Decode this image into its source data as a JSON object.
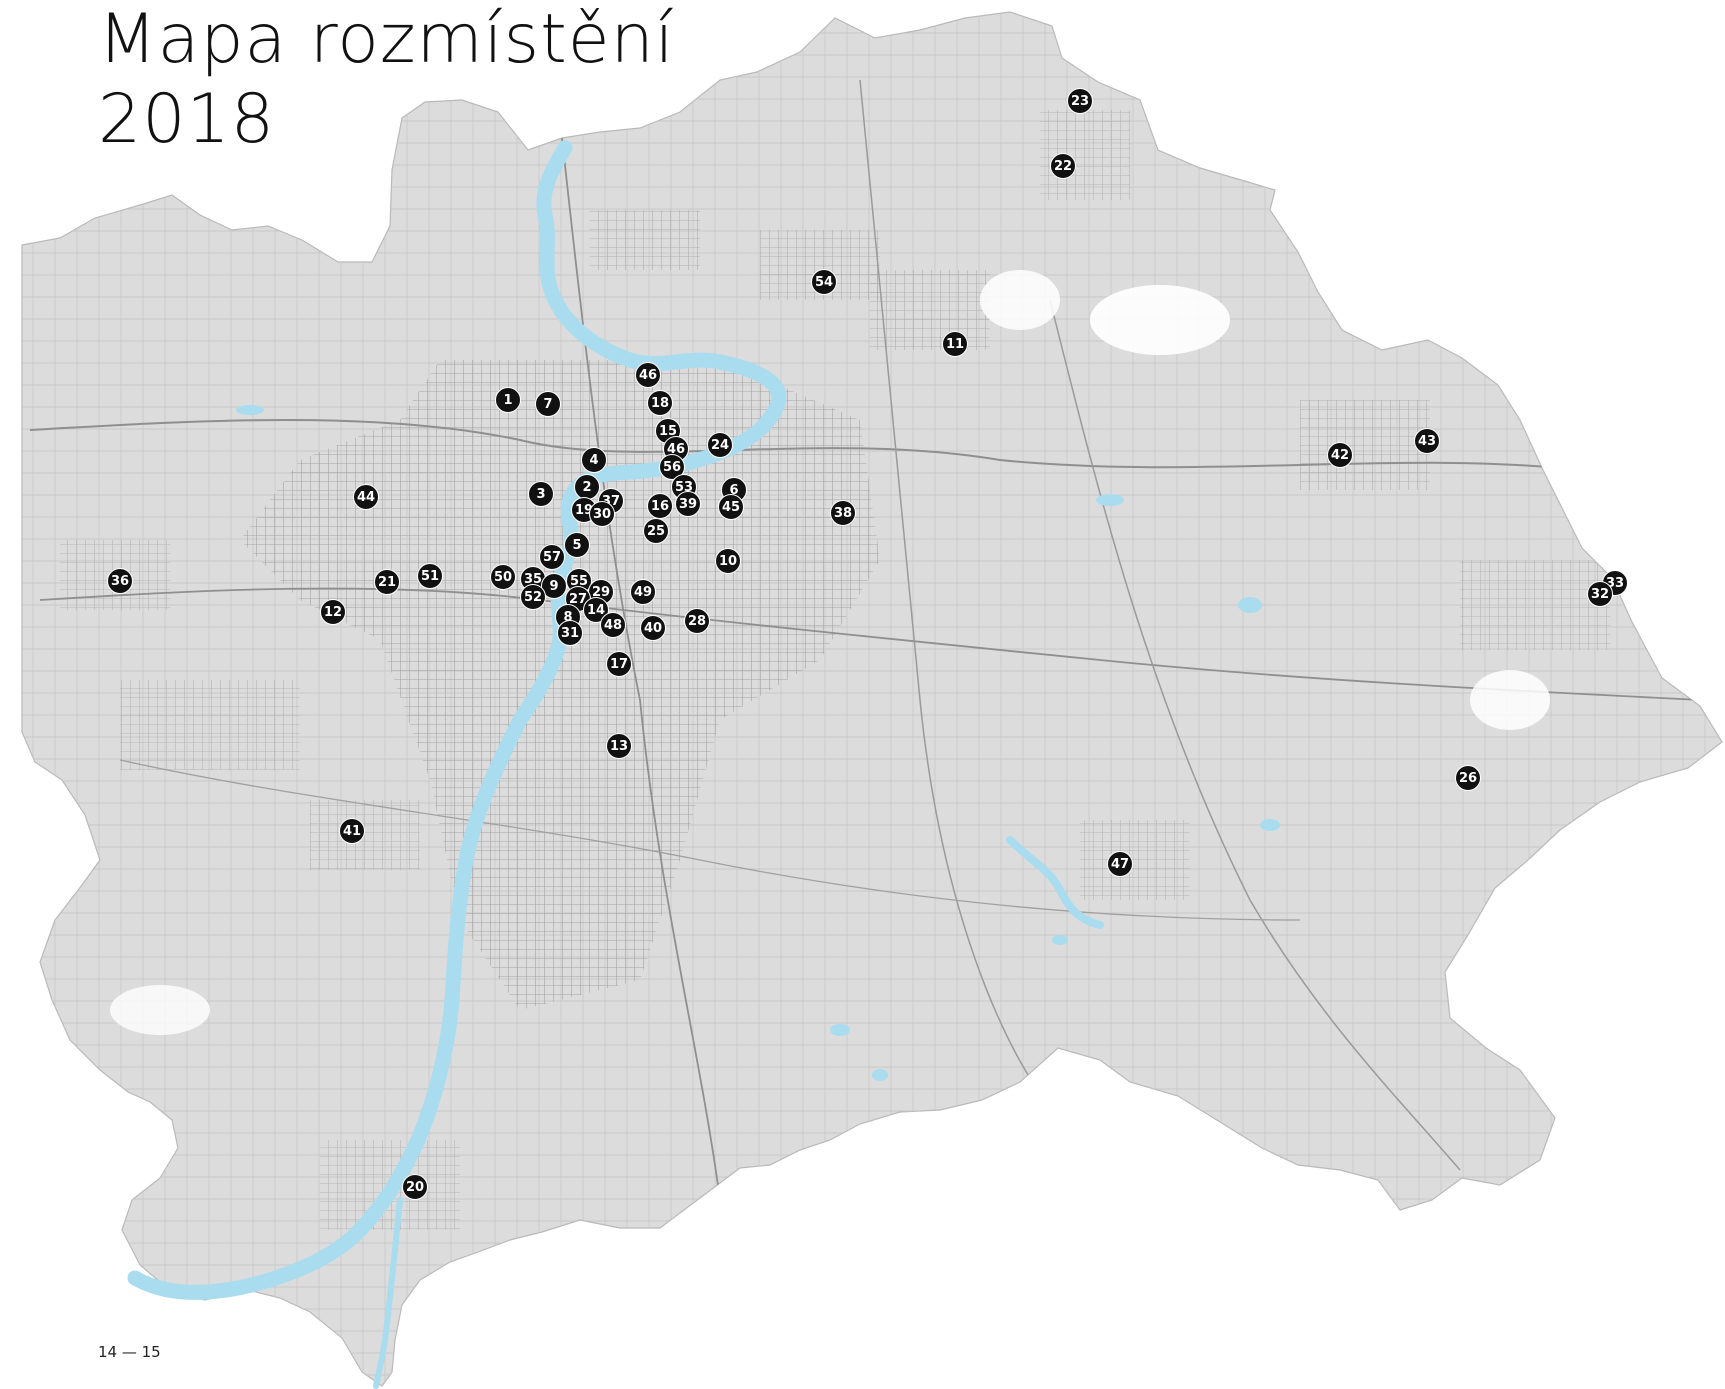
{
  "title": {
    "line1": "Mapa rozmístění",
    "line2": "2018"
  },
  "page_number": "14 — 15",
  "colors": {
    "land": "#dcdcdc",
    "river": "#a9dcef",
    "street": "#bdbdbd",
    "marker": "#111111",
    "marker_text": "#ffffff"
  },
  "markers": [
    {
      "label": "1"
    },
    {
      "label": "7"
    },
    {
      "label": "46"
    },
    {
      "label": "18"
    },
    {
      "label": "15"
    },
    {
      "label": "46"
    },
    {
      "label": "24"
    },
    {
      "label": "4"
    },
    {
      "label": "56"
    },
    {
      "label": "53"
    },
    {
      "label": "6"
    },
    {
      "label": "2"
    },
    {
      "label": "37"
    },
    {
      "label": "19"
    },
    {
      "label": "30"
    },
    {
      "label": "39"
    },
    {
      "label": "16"
    },
    {
      "label": "45"
    },
    {
      "label": "3"
    },
    {
      "label": "25"
    },
    {
      "label": "5"
    },
    {
      "label": "57"
    },
    {
      "label": "10"
    },
    {
      "label": "38"
    },
    {
      "label": "44"
    },
    {
      "label": "50"
    },
    {
      "label": "35"
    },
    {
      "label": "9"
    },
    {
      "label": "55"
    },
    {
      "label": "29"
    },
    {
      "label": "52"
    },
    {
      "label": "27"
    },
    {
      "label": "14"
    },
    {
      "label": "49"
    },
    {
      "label": "8"
    },
    {
      "label": "48"
    },
    {
      "label": "40"
    },
    {
      "label": "28"
    },
    {
      "label": "31"
    },
    {
      "label": "17"
    },
    {
      "label": "13"
    },
    {
      "label": "51"
    },
    {
      "label": "21"
    },
    {
      "label": "12"
    },
    {
      "label": "36"
    },
    {
      "label": "41"
    },
    {
      "label": "20"
    },
    {
      "label": "54"
    },
    {
      "label": "11"
    },
    {
      "label": "23"
    },
    {
      "label": "22"
    },
    {
      "label": "42"
    },
    {
      "label": "43"
    },
    {
      "label": "33"
    },
    {
      "label": "32"
    },
    {
      "label": "26"
    },
    {
      "label": "47"
    }
  ]
}
